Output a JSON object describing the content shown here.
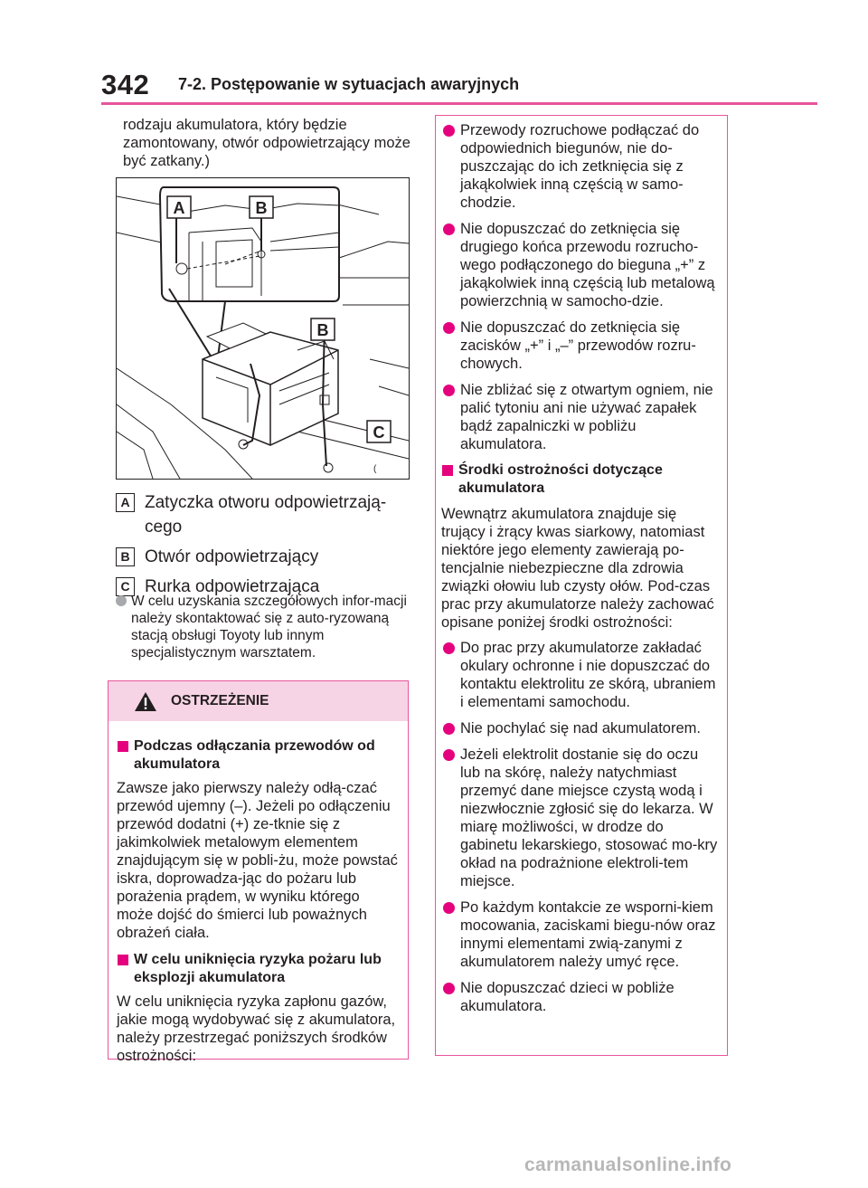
{
  "header": {
    "page_number": "342",
    "section_title": "7-2. Postępowanie w sytuacjach awaryjnych"
  },
  "intro_text": "rodzaju akumulatora, który będzie zamontowany, otwór odpowietrzający może być zatkany.)",
  "figure": {
    "labels": [
      "A",
      "B",
      "B",
      "C"
    ],
    "code": "("
  },
  "legend": [
    {
      "badge": "A",
      "text": "Zatyczka otworu odpowietrzają-cego"
    },
    {
      "badge": "B",
      "text": "Otwór odpowietrzający"
    },
    {
      "badge": "C",
      "text": "Rurka odpowietrzająca"
    }
  ],
  "note": "W celu uzyskania szczegółowych infor-macji należy skontaktować się z auto-ryzowaną stacją obsługi Toyoty lub innym specjalistycznym warsztatem.",
  "warning": {
    "title": "OSTRZEŻENIE",
    "section1_title": "Podczas odłączania przewodów od akumulatora",
    "section1_text": "Zawsze jako pierwszy należy odłą-czać przewód ujemny (–). Jeżeli po odłączeniu przewód dodatni (+) ze-tknie się z jakimkolwiek metalowym elementem znajdującym się w pobli-żu, może powstać iskra, doprowadza-jąc do pożaru lub porażenia prądem, w wyniku którego może dojść do śmierci lub poważnych obrażeń ciała.",
    "section2_title": "W celu uniknięcia ryzyka pożaru lub eksplozji akumulatora",
    "section2_text": "W celu uniknięcia ryzyka zapłonu gazów, jakie mogą wydobywać się z akumulatora, należy przestrzegać poniższych środków ostrożności:"
  },
  "right": {
    "bullets1": [
      "Przewody rozruchowe podłączać do odpowiednich biegunów, nie do-puszczając do ich zetknięcia się z jakąkolwiek inną częścią w samo-chodzie.",
      "Nie dopuszczać do zetknięcia się drugiego końca przewodu rozrucho-wego podłączonego do bieguna „+” z jakąkolwiek inną częścią lub metalową powierzchnią w samocho-dzie.",
      "Nie dopuszczać do zetknięcia się zacisków „+” i „–” przewodów rozru-chowych.",
      "Nie zbliżać się z otwartym ogniem, nie palić tytoniu ani nie używać zapałek bądź zapalniczki w pobliżu akumulatora."
    ],
    "section_title": "Środki ostrożności dotyczące akumulatora",
    "section_text": "Wewnątrz akumulatora znajduje się trujący i żrący kwas siarkowy, natomiast niektóre jego elementy zawierają po-tencjalnie niebezpieczne dla zdrowia związki ołowiu lub czysty ołów. Pod-czas prac przy akumulatorze należy zachować opisane poniżej środki ostrożności:",
    "bullets2": [
      "Do prac przy akumulatorze zakładać okulary ochronne i nie dopuszczać do kontaktu elektrolitu ze skórą, ubraniem i elementami samochodu.",
      "Nie pochylać się nad akumulatorem.",
      "Jeżeli elektrolit dostanie się do oczu lub na skórę, należy natychmiast przemyć dane miejsce czystą wodą i niezwłocznie zgłosić się do lekarza. W miarę możliwości, w drodze do gabinetu lekarskiego, stosować mo-kry okład na podrażnione elektroli-tem miejsce.",
      "Po każdym kontakcie ze wsporni-kiem mocowania, zaciskami biegu-nów oraz innymi elementami zwią-zanymi z akumulatorem należy umyć ręce.",
      "Nie dopuszczać dzieci w pobliże akumulatora."
    ]
  },
  "watermark": "carmanualsonline.info",
  "colors": {
    "accent": "#e5007e",
    "rule": "#e8559c",
    "warning_bg": "#f7d4e5",
    "note_dot": "#a7a9ac"
  }
}
